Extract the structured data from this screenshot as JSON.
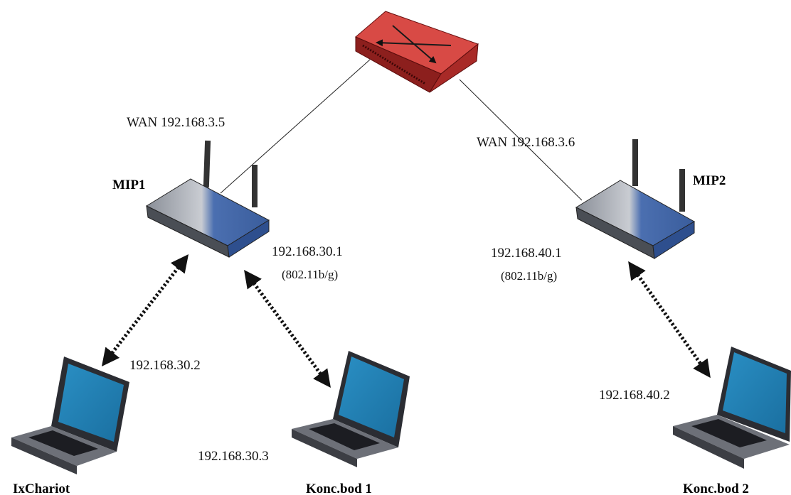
{
  "switch": {
    "icon": "network-switch-icon",
    "color": "#c8302f"
  },
  "routers": [
    {
      "name": "MIP1",
      "wan": "WAN  192.168.3.5",
      "lan_ip": "192.168.30.1",
      "lan_std": "(802.11b/g)",
      "icon": "wireless-router-icon",
      "color": "#4c6fa8"
    },
    {
      "name": "MIP2",
      "wan": "WAN  192.168.3.6",
      "lan_ip": "192.168.40.1",
      "lan_std": "(802.11b/g)",
      "icon": "wireless-router-icon",
      "color": "#4c6fa8"
    }
  ],
  "laptops": [
    {
      "name": "IxChariot",
      "ip": "192.168.30.2",
      "icon": "laptop-icon"
    },
    {
      "name": "Konc.bod 1",
      "ip": "192.168.30.3",
      "icon": "laptop-icon"
    },
    {
      "name": "Konc.bod 2",
      "ip": "192.168.40.2",
      "icon": "laptop-icon"
    }
  ],
  "links": {
    "wired": "thin-line",
    "wireless": "dashed-double-arrow"
  }
}
